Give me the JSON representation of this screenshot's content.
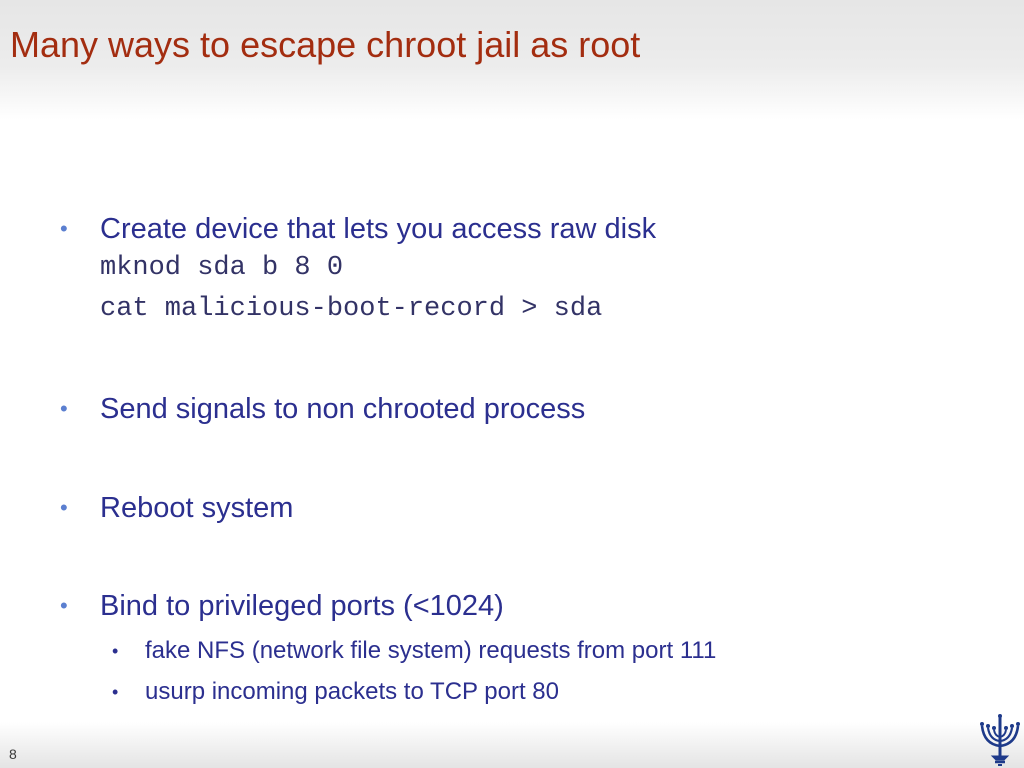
{
  "slide": {
    "title": "Many ways to escape chroot jail as root",
    "number": "8"
  },
  "bullets": [
    {
      "marker": "•",
      "text": "Create device that lets you access raw disk",
      "code": [
        "mknod sda b 8 0",
        "cat malicious-boot-record > sda"
      ]
    },
    {
      "marker": "•",
      "text": "Send signals to non chrooted process"
    },
    {
      "marker": "•",
      "text": "Reboot system"
    },
    {
      "marker": "•",
      "text": "Bind to privileged ports (<1024)",
      "sub": [
        {
          "marker": "•",
          "text": "fake NFS (network file system) requests from port 111"
        },
        {
          "marker": "•",
          "text": "usurp incoming packets to TCP port 80"
        }
      ]
    }
  ],
  "colors": {
    "title": "#a32d10",
    "body_text": "#2b2f8f",
    "bullet_marker": "#5b7fd0",
    "logo": "#1e3a8a"
  },
  "logo": {
    "icon": "university-menorah-logo-icon"
  }
}
